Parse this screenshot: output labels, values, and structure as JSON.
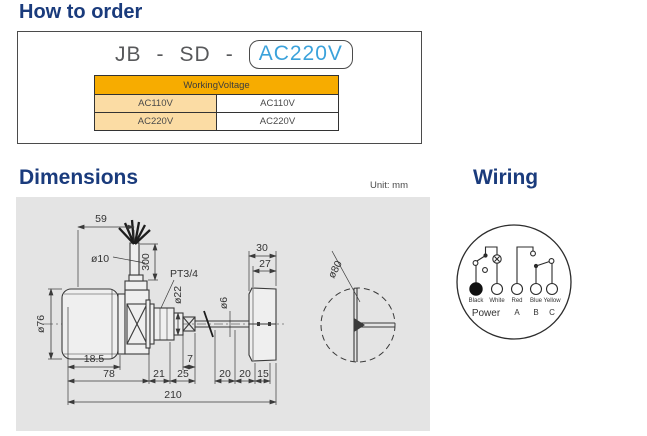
{
  "colors": {
    "heading_navy": "#1A3B7C",
    "accent_blue": "#3BA2DB",
    "table_header_orange": "#F7AC00",
    "table_row_orange": "#FBDCA4",
    "panel_gray": "#E4E4E4"
  },
  "how_to_order": {
    "title": "How to order",
    "code_parts": [
      "JB",
      "-",
      "SD",
      "-"
    ],
    "code_highlight": "AC220V",
    "table": {
      "header": "WorkingVoltage",
      "rows": [
        [
          "AC110V",
          "AC110V"
        ],
        [
          "AC220V",
          "AC220V"
        ]
      ]
    }
  },
  "dimensions": {
    "title": "Dimensions",
    "unit": "Unit: mm",
    "labels": {
      "d59": "59",
      "d10": "ø10",
      "d300": "300",
      "d76": "ø76",
      "pt": "PT3/4",
      "d22": "ø22",
      "d6": "ø6",
      "d30": "30",
      "d27": "27",
      "d80": "ø80",
      "d185": "18.5",
      "d7": "7",
      "d78": "78",
      "d21": "21",
      "d25": "25",
      "d20a": "20",
      "d20b": "20",
      "d15": "15",
      "d210": "210"
    }
  },
  "wiring": {
    "title": "Wiring",
    "terminals": [
      {
        "label": "Black"
      },
      {
        "label": "White"
      },
      {
        "label": "Red"
      },
      {
        "label": "Blue"
      },
      {
        "label": "Yellow"
      }
    ],
    "groups": [
      "Power",
      "A",
      "B",
      "C"
    ]
  }
}
